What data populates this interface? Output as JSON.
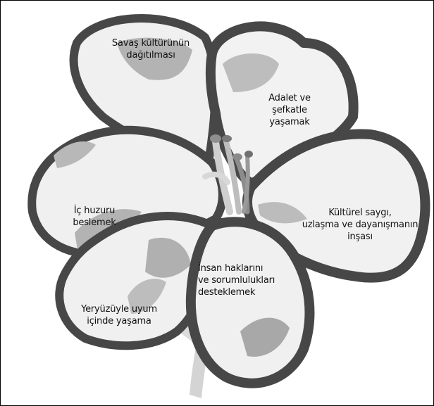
{
  "diagram": {
    "petals": [
      {
        "id": "top",
        "label": "Savaş kültürünün\ndağıtılması"
      },
      {
        "id": "upper-right",
        "label": "Adalet ve\nşefkatle\nyaşamak"
      },
      {
        "id": "right",
        "label": "Kültürel saygı,\nuzlaşma ve dayanışmanın\ninşası"
      },
      {
        "id": "left",
        "label": "İç huzuru\nbeslemek"
      },
      {
        "id": "bottom-left",
        "label": "Yeryüzüyle uyum\niçinde yaşama"
      },
      {
        "id": "bottom-center",
        "label": "İnsan haklarını\nve sorumlulukları\ndesteklemek"
      }
    ]
  },
  "colors": {
    "outline": "#4a4a4a",
    "petal_fill": "#f0f0f0",
    "shade": "#b0b0b0",
    "stem": "#cfcfcf",
    "stamen": "#8c8c8c",
    "text": "#111111"
  }
}
